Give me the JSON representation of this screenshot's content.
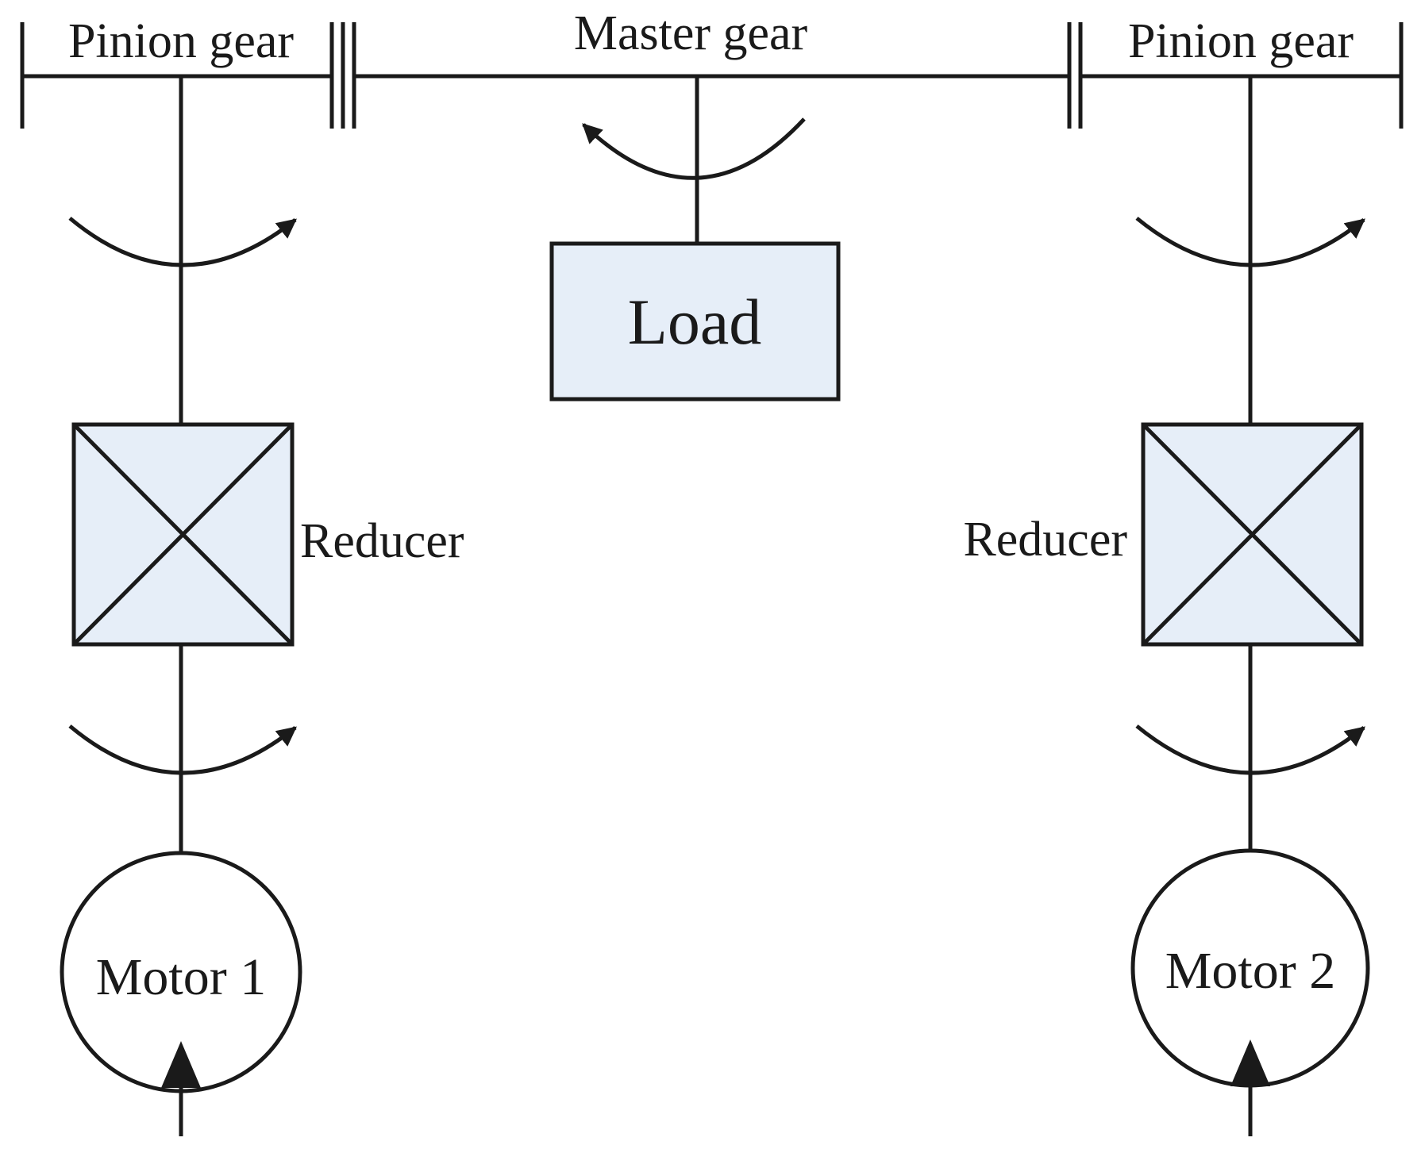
{
  "labels": {
    "pinion_left": "Pinion gear",
    "master": "Master gear",
    "pinion_right": "Pinion gear",
    "load": "Load",
    "reducer_left": "Reducer",
    "reducer_right": "Reducer",
    "motor_left": "Motor 1",
    "motor_right": "Motor 2"
  },
  "colors": {
    "box_fill": "#e6eef8",
    "stroke": "#1a1a1a",
    "background": "#ffffff"
  }
}
